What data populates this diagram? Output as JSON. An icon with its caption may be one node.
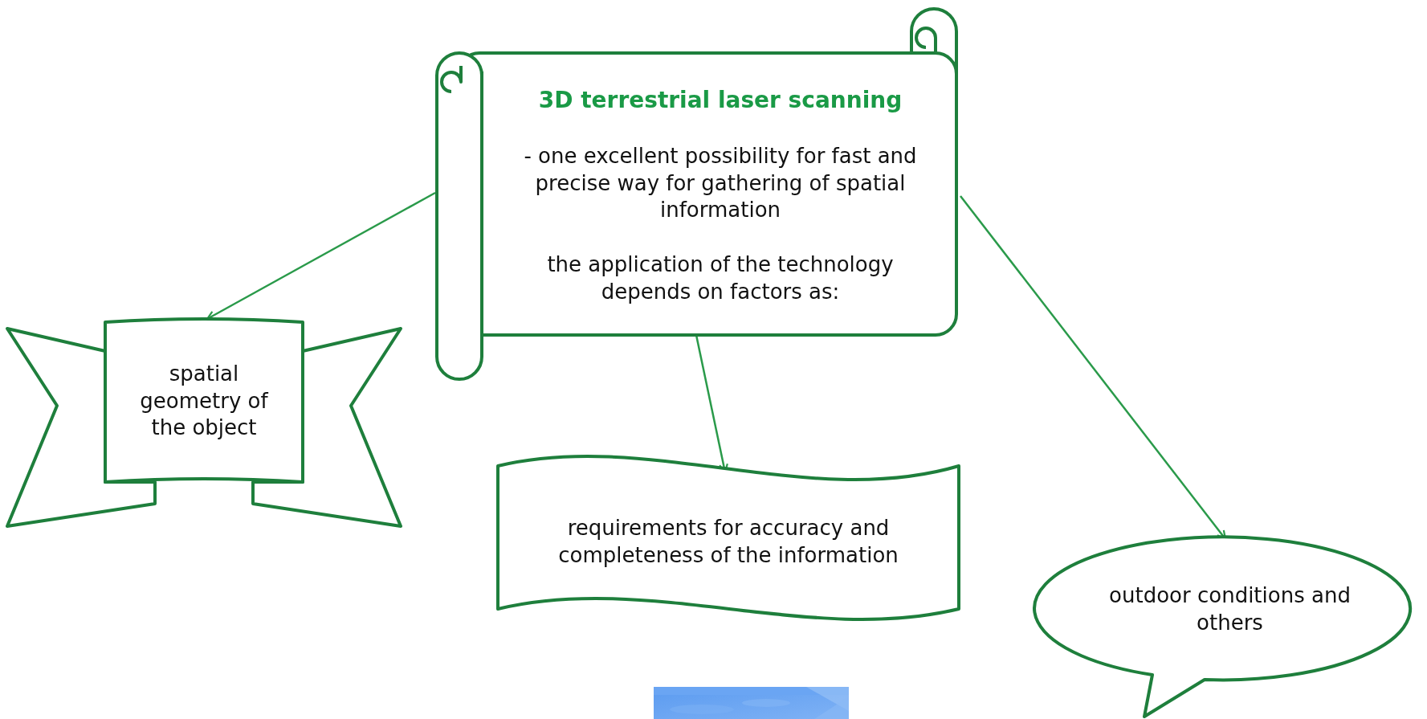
{
  "diagram": {
    "nodes": [
      {
        "text": [
          "3D terrestrial laser scanning",
          "- one excellent possibility for fast and precise way for gathering of spatial information",
          "the application of the technology depends on factors as:"
        ]
      },
      {
        "text": [
          "spatial geometry of the object"
        ]
      },
      {
        "text": [
          "requirements for accuracy and completeness of the information"
        ]
      },
      {
        "text": [
          "outdoor conditions and others"
        ]
      }
    ],
    "edges": [
      {
        "from": 0,
        "to": 1,
        "arrow": "to"
      },
      {
        "from": 0,
        "to": 2,
        "arrow": "to"
      },
      {
        "from": 0,
        "to": 3,
        "arrow": "to"
      }
    ]
  }
}
